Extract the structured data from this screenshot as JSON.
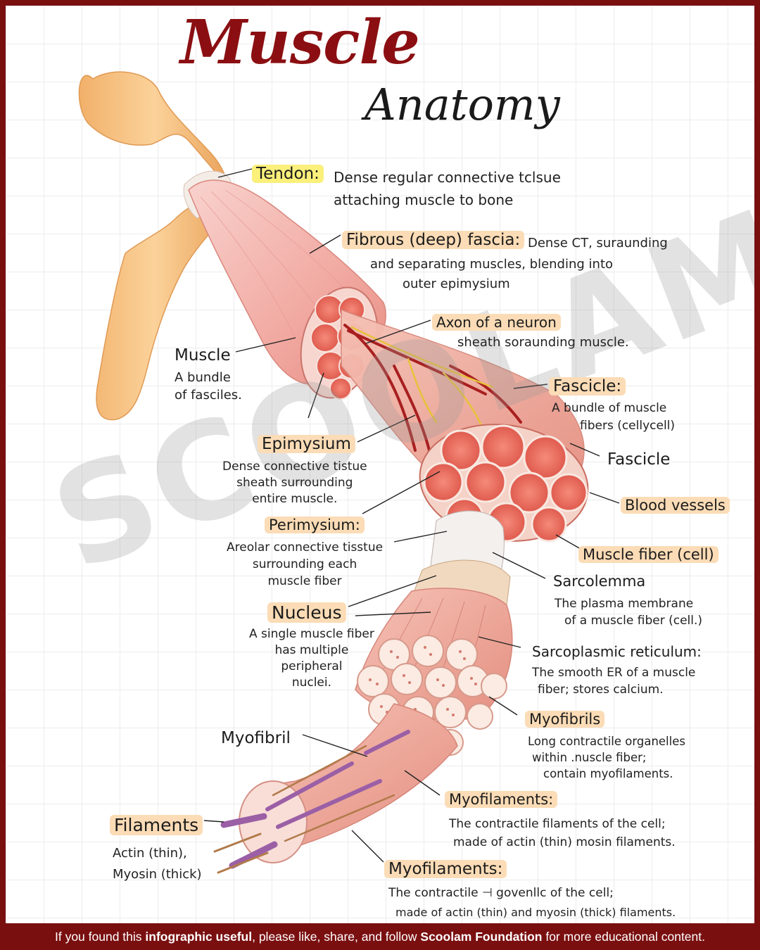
{
  "title": {
    "main": "Muscle",
    "sub": "Anatomy"
  },
  "watermark": "SCOOLAM",
  "labels": {
    "tendon": {
      "name": "Tendon:",
      "desc": [
        "Dense regular connective tclsue",
        "attaching muscle to bone"
      ]
    },
    "fascia": {
      "name": "Fibrous (deep) fascia:",
      "desc_first": "Dense CT, suraunding",
      "desc": [
        "and separating muscles, blending into",
        "outer epimysium"
      ]
    },
    "axon": {
      "name": "Axon of a neuron",
      "desc": [
        "sheath soraunding muscle."
      ]
    },
    "muscle": {
      "name": "Muscle",
      "desc": [
        "A bundle",
        "of fasciles."
      ]
    },
    "fascicle1": {
      "name": "Fascicle:",
      "desc": [
        "A bundle of muscle",
        "fibers (cellycell)"
      ]
    },
    "epimysium": {
      "name": "Epimysium",
      "desc": [
        "Dense connective tistue",
        "sheath surrounding",
        "entire muscle."
      ]
    },
    "fascicle2": {
      "name": "Fascicle"
    },
    "blood": {
      "name": "Blood vessels"
    },
    "perimysium": {
      "name": "Perimysium:",
      "desc": [
        "Areolar connective tisstue",
        "surrounding each",
        "muscle fiber"
      ]
    },
    "musclefiber": {
      "name": "Muscle fiber (cell)"
    },
    "sarcolemma": {
      "name": "Sarcolemma",
      "desc": [
        "The plasma membrane",
        "of a muscle fiber (cell.)"
      ]
    },
    "nucleus": {
      "name": "Nucleus",
      "desc": [
        "A single muscle fiber",
        "has multiple",
        "peripheral",
        "nuclei."
      ]
    },
    "sr": {
      "name": "Sarcoplasmic reticulum:",
      "desc": [
        "The smooth ER of a muscle",
        "fiber; stores calcium."
      ]
    },
    "myofibrils": {
      "name": "Myofibrils",
      "desc": [
        "Long contractile organelles",
        "within .nuscle fiber;",
        "contain myofilaments."
      ]
    },
    "myofibril": {
      "name": "Myofibril"
    },
    "myofil1": {
      "name": "Myofilaments:",
      "desc": [
        "The contractile filaments of the cell;",
        "made of actin (thin) mosin filaments."
      ]
    },
    "filaments": {
      "name": "Filaments",
      "desc": [
        "Actin (thin),",
        "Myosin (thick)"
      ]
    },
    "myofil2": {
      "name": "Myofilaments:",
      "desc": [
        "The contractile ⊣ govenllc of the cell;",
        "made of actin (thin) and myosin (thick) filaments."
      ]
    }
  },
  "footer": {
    "pre": "If you found this ",
    "bold1": "infographic useful",
    "mid": ", please like, share, and follow ",
    "bold2": "Scoolam Foundation",
    "post": " for more educational content."
  },
  "colors": {
    "frame": "#7a0f10",
    "title": "#8b0f12",
    "highlight": "#fbdcb6",
    "tendon_highlight": "#faf07a"
  }
}
